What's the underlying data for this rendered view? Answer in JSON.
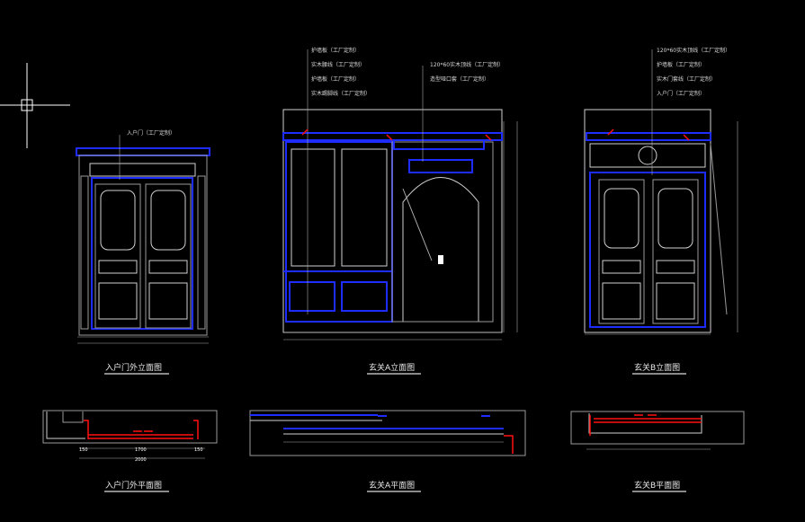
{
  "titles": {
    "elev_entry": "入户门外立面图",
    "elev_a": "玄关A立面图",
    "elev_b": "玄关B立面图",
    "plan_entry": "入户门外平面图",
    "plan_a": "玄关A平面图",
    "plan_b": "玄关B平面图"
  },
  "annotations": {
    "entry": [
      "入户门（工厂定制）"
    ],
    "a_left": [
      "护墙板（工厂定制）",
      "实木腰线（工厂定制）",
      "护墙板（工厂定制）",
      "实木踢脚线（工厂定制）"
    ],
    "a_right": [
      "120*60实木顶线（工厂定制）",
      "造型哑口套（工厂定制）"
    ],
    "b": [
      "120*60实木顶线（工厂定制）",
      "护墙板（工厂定制）",
      "实木门套线（工厂定制）",
      "入户门（工厂定制）"
    ]
  },
  "dimensions": {
    "plan_entry": [
      "150",
      "1700",
      "150",
      "2000"
    ]
  },
  "colors": {
    "background": "#000000",
    "blue": "#1f2cff",
    "red": "#ff1010",
    "line": "#d0d0d0"
  }
}
